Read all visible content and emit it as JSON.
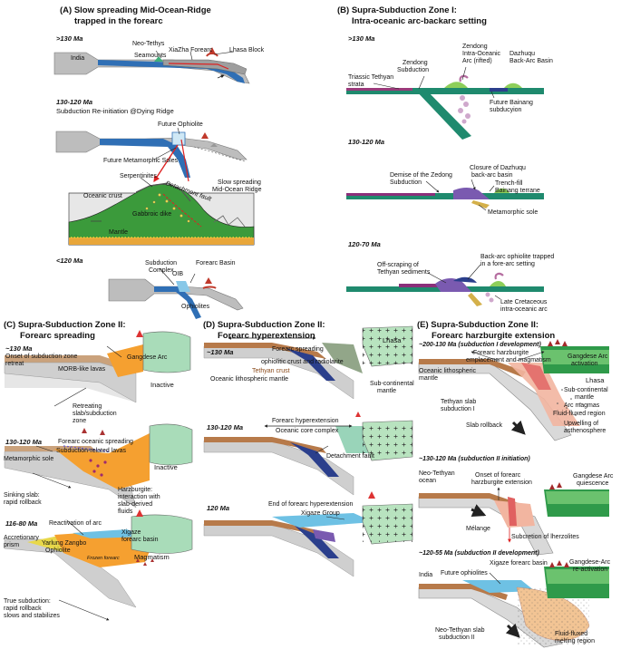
{
  "panelA": {
    "title1": "(A) Slow spreading Mid-Ocean-Ridge",
    "title2": "trapped in the forearc",
    "age1": ">130 Ma",
    "age2": "130-120 Ma",
    "age2_note": "Subduction Re-initiation @Dying Ridge",
    "age3": "<120 Ma",
    "neo_tethys": "Neo-Tethys",
    "xiazha": "XiaZha Forearc",
    "seamounts": "Seamounts",
    "lhasa_block": "Lhasa Block",
    "india": "India",
    "future_ophiolite": "Future Ophiolite",
    "future_metamorphic": "Future Metamorphic Soles",
    "serpentinites": "Serpentinites",
    "detachment": "Detachment fault",
    "slow_spreading1": "Slow spreading",
    "slow_spreading2": "Mid-Ocean Ridge",
    "oceanic_crust": "Oceanic crust",
    "gabbroic": "Gabbroic dike",
    "mantle": "Mantle",
    "subduction_complex1": "Subduction",
    "subduction_complex2": "Complex",
    "forearc_basin": "Forearc Basin",
    "oib": "OIB",
    "ophiolites": "Ophiolites"
  },
  "panelB": {
    "title1": "(B) Supra-Subduction Zone I:",
    "title2": "Intra-oceanic arc-backarc setting",
    "age1": ">130 Ma",
    "age2": "130-120 Ma",
    "age3": "120-70 Ma",
    "zendong_sub1": "Zendong",
    "zendong_sub2": "Subduction",
    "zendong_arc1": "Zendong",
    "zendong_arc2": "Intra-Oceanic",
    "zendong_arc3": "Arc (rifted)",
    "dazhuqu1": "Dazhuqu",
    "dazhuqu2": "Back-Arc Basin",
    "triassic1": "Triassic Tethyan",
    "triassic2": "strata",
    "future_bainang1": "Future Bainang",
    "future_bainang2": "subducyion",
    "demise1": "Demise of the Zedong",
    "demise2": "Subduction",
    "closure1": "Closure of Dazhuqu",
    "closure2": "back-arc basin",
    "trench1": "Trench-fill",
    "trench2": "Bainang terrane",
    "metamorphic_sole": "Metamorphic sole",
    "offscraping1": "Off-scraping of",
    "offscraping2": "Tethyan sediments",
    "backarc1": "Back-arc ophiolite trapped",
    "backarc2": "in a fore-arc setting",
    "late1": "Late Cretaceous",
    "late2": "intra-oceanic arc"
  },
  "panelC": {
    "title1": "(C) Supra-Subduction Zone II:",
    "title2": "Forearc spreading",
    "age1": "~130 Ma",
    "onset": "Onset of subduction zone",
    "retreat": "retreat",
    "morb": "MORB-like lavas",
    "gangdese": "Gangdese Arc",
    "inactive1": "Inactive",
    "retreating1": "Retreating",
    "retreating2": "slab/subduction",
    "retreating3": "zone",
    "age2": "130-120 Ma",
    "age2_note": "Forearc oceanic spreading",
    "subduction_lavas": "Subduction-related lavas",
    "metamorphic_sole": "Metamorphic sole",
    "inactive2": "Inactive",
    "sinking1": "Sinking slab:",
    "sinking2": "rapid rollback",
    "harz1": "Harzburgite:",
    "harz2": "interaction with",
    "harz3": "slab-derived",
    "harz4": "fluids",
    "age3": "116-80 Ma",
    "age3_note": "Reactivation of arc",
    "accretionary1": "Accretionary",
    "accretionary2": "prism",
    "yarlung1": "Yarlung Zangbo",
    "yarlung2": "Ophiolite",
    "xigaze1": "Xigaze",
    "xigaze2": "forearc basin",
    "frozen": "Frozen forearc",
    "magmatism": "Magmatism",
    "true1": "True subduction:",
    "true2": "rapid rollback",
    "true3": "slows and stabilizes"
  },
  "panelD": {
    "title1": "(D) Supra-Subduction Zone II:",
    "title2": "Forearc hyperextension",
    "age1": "~130 Ma",
    "lhasa": "Lhasa",
    "forearc_spreading": "Forearc spreading",
    "ophiolitic": "ophiolitic crust and radiolarite",
    "tethyan_crust": "Tethyan crust",
    "oceanic_litho": "Oceanic lithospheric mantle",
    "sub_cont1": "Sub-continental",
    "sub_cont2": "mantle",
    "age2": "130-120 Ma",
    "hyperextension": "Forearc hyperextension",
    "core_complex": "Oceanic core complex",
    "detachment": "Detachment fault",
    "age3": "120 Ma",
    "end_hyper": "End of forearc hyperextension",
    "xigaze_group": "Xigaze Group"
  },
  "panelE": {
    "title1": "(E) Supra-Subduction Zone II:",
    "title2": "Forearc harzburgite extension",
    "age1": "~200-130 Ma (subduction I development)",
    "forearc_harz1": "Forearc harzburgite",
    "forearc_harz2": "emplacement and magmatism",
    "gangdese_act1": "Gangdese Arc",
    "gangdese_act2": "activation",
    "lhasa": "Lhasa",
    "oceanic_litho1": "Oceanic lithospheric",
    "oceanic_litho2": "mantle",
    "sub_cont1": "Sub-continental",
    "sub_cont2": "mantle",
    "arc_magmas": "Arc magmas",
    "fluid_fluxed": "Fluid-fluxed region",
    "tethyan_slab1": "Tethyan slab",
    "tethyan_slab2": "subduction I",
    "upwelling1": "Upwelling of",
    "upwelling2": "asthenosphere",
    "slab_rollback": "Slab rollback",
    "age2": "~130-120 Ma (subduction II initiation)",
    "neo_tethyan1": "Neo-Tethyan",
    "neo_tethyan2": "ocean",
    "onset1": "Onset of forearc",
    "onset2": "harzburgite extension",
    "gangdese_q1": "Gangdese Arc",
    "gangdese_q2": "quiescence",
    "melange": "Mélange",
    "subcretion": "Subcretion of lherzolites",
    "age3": "~120-55 Ma (subduction II development)",
    "india": "India",
    "future_ophiolites": "Future ophiolites",
    "xigaze": "Xigaze forearc basin",
    "gangdese_re1": "Gangdese-Arc",
    "gangdese_re2": "re-activation",
    "neo_slab1": "Neo-Tethyan slab",
    "neo_slab2": "subduction II",
    "fluid_melting1": "Fluid-fluxed",
    "fluid_melting2": "melting region"
  }
}
